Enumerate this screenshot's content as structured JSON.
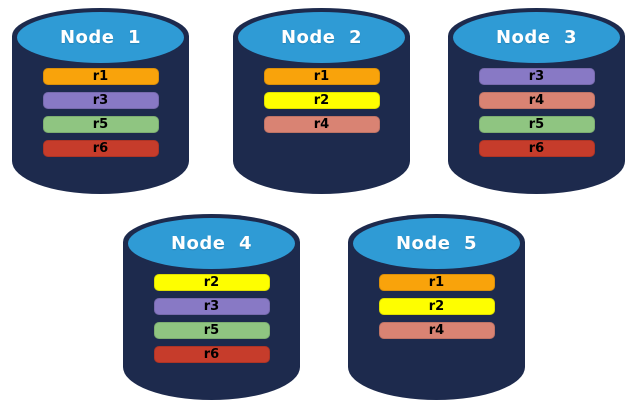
{
  "page": {
    "background": "#FFFFFF",
    "description": "Five database node cylinders showing replica placement"
  },
  "theme": {
    "page_background": "#FFFFFF",
    "cylinder_body": "#1D2A4D",
    "cylinder_top": "#2F9BD5",
    "node_label_color": "#FFFFFF",
    "bar_text_color": "#000000"
  },
  "replica_colors": {
    "r1": "#F9A30B",
    "r2": "#FEFE00",
    "r3": "#8879C5",
    "r4": "#D98373",
    "r5": "#8FC581",
    "r6": "#C63C2B"
  },
  "nodes": [
    {
      "label": "Node  1",
      "bars": [
        {
          "label": "r1",
          "color": "#F9A30B"
        },
        {
          "label": "r3",
          "color": "#8879C5"
        },
        {
          "label": "r5",
          "color": "#8FC581"
        },
        {
          "label": "r6",
          "color": "#C63C2B"
        }
      ]
    },
    {
      "label": "Node  2",
      "bars": [
        {
          "label": "r1",
          "color": "#F9A30B"
        },
        {
          "label": "r2",
          "color": "#FEFE00"
        },
        {
          "label": "r4",
          "color": "#D98373"
        }
      ]
    },
    {
      "label": "Node  3",
      "bars": [
        {
          "label": "r3",
          "color": "#8879C5"
        },
        {
          "label": "r4",
          "color": "#D98373"
        },
        {
          "label": "r5",
          "color": "#8FC581"
        },
        {
          "label": "r6",
          "color": "#C63C2B"
        }
      ]
    },
    {
      "label": "Node  4",
      "bars": [
        {
          "label": "r2",
          "color": "#FEFE00"
        },
        {
          "label": "r3",
          "color": "#8879C5"
        },
        {
          "label": "r5",
          "color": "#8FC581"
        },
        {
          "label": "r6",
          "color": "#C63C2B"
        }
      ]
    },
    {
      "label": "Node  5",
      "bars": [
        {
          "label": "r1",
          "color": "#F9A30B"
        },
        {
          "label": "r2",
          "color": "#FEFE00"
        },
        {
          "label": "r4",
          "color": "#D98373"
        }
      ]
    }
  ]
}
